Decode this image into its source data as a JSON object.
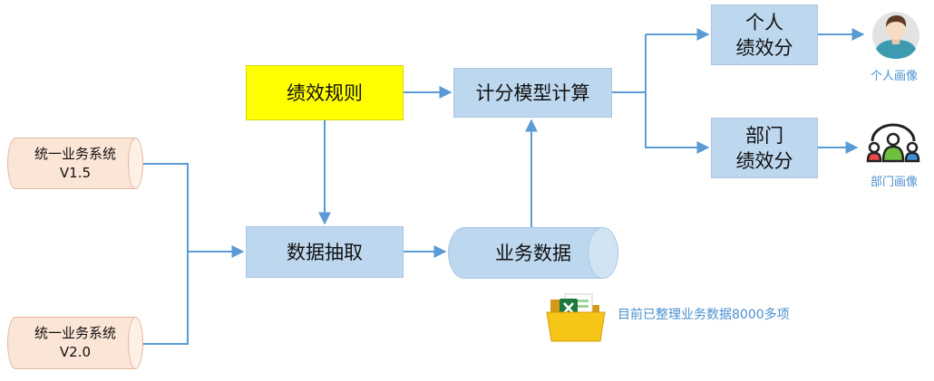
{
  "rules_box": "绩效规则",
  "calc_box": "计分模型计算",
  "extract_box": "数据抽取",
  "business_data": "业务数据",
  "source_v15": "统一业务系统\nV1.5",
  "source_v20": "统一业务系统\nV2.0",
  "personal_score": "个人\n绩效分",
  "dept_score": "部门\n绩效分",
  "personal_profile": "个人画像",
  "dept_profile": "部门画像",
  "excel_note": "目前已整理业务数据8000多项",
  "icons": {
    "person": "person-avatar-icon",
    "group": "team-icon",
    "excel": "excel-folder-icon"
  },
  "colors": {
    "box_blue": "#bdd7ee",
    "rules_yellow": "#ffff00",
    "source_peach": "#fbe5d6",
    "arrow": "#5b9bd5",
    "caption": "#4a90cf"
  }
}
